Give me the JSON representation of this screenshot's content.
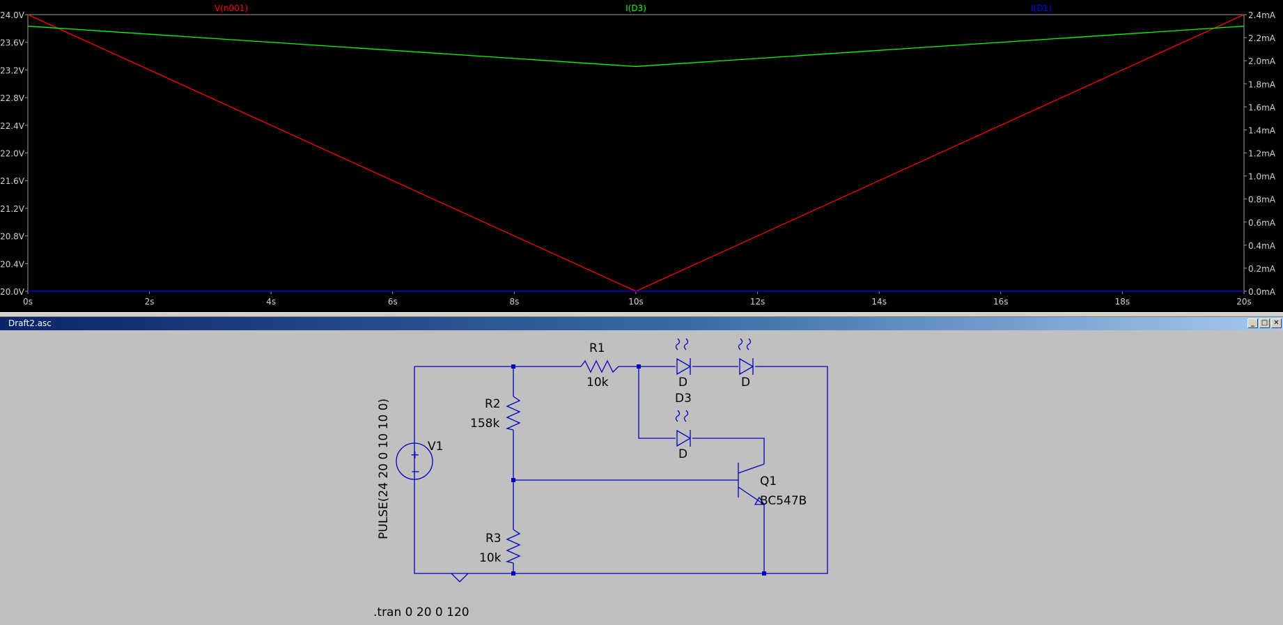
{
  "plot": {
    "left_axis": {
      "ticks": [
        "24.0V",
        "23.6V",
        "23.2V",
        "22.8V",
        "22.4V",
        "22.0V",
        "21.6V",
        "21.2V",
        "20.8V",
        "20.4V",
        "20.0V"
      ]
    },
    "right_axis": {
      "ticks": [
        "2.4mA",
        "2.2mA",
        "2.0mA",
        "1.8mA",
        "1.6mA",
        "1.4mA",
        "1.2mA",
        "1.0mA",
        "0.8mA",
        "0.6mA",
        "0.4mA",
        "0.2mA",
        "0.0mA"
      ]
    },
    "x_axis": {
      "ticks": [
        "0s",
        "2s",
        "4s",
        "6s",
        "8s",
        "10s",
        "12s",
        "14s",
        "16s",
        "18s",
        "20s"
      ]
    },
    "traces": [
      {
        "label": "V(n001)",
        "color": "#ff0000"
      },
      {
        "label": "I(D3)",
        "color": "#00ff00"
      },
      {
        "label": "I(D1)",
        "color": "#0000ff"
      }
    ]
  },
  "chart_data": {
    "type": "line",
    "x": [
      0,
      10,
      20
    ],
    "xlim": [
      0,
      20
    ],
    "series": [
      {
        "name": "V(n001)",
        "axis": "left",
        "values": [
          24.0,
          20.0,
          24.0
        ]
      },
      {
        "name": "I(D3)",
        "axis": "right",
        "values": [
          2.3,
          1.95,
          2.3
        ]
      },
      {
        "name": "I(D1)",
        "axis": "right",
        "values": [
          0.0,
          0.0,
          0.0
        ]
      }
    ],
    "ylim_left": [
      20.0,
      24.0
    ],
    "ylim_right": [
      0.0,
      2.4
    ],
    "grid": false,
    "legend": "top"
  },
  "schematic": {
    "window_title": "Draft2.asc",
    "buttons": {
      "minimize": "_",
      "maximize": "□",
      "close": "✕"
    },
    "labels": {
      "r1_name": "R1",
      "r1_value": "10k",
      "r2_name": "R2",
      "r2_value": "158k",
      "r3_name": "R3",
      "r3_value": "10k",
      "v1_name": "V1",
      "v1_value": "PULSE(24 20 0 10 10 0)",
      "d1_model": "D",
      "d2_model": "D",
      "d3_name": "D3",
      "d3_model": "D",
      "q1_name": "Q1",
      "q1_model": "BC547B",
      "directive": ".tran 0 20 0 120"
    }
  }
}
